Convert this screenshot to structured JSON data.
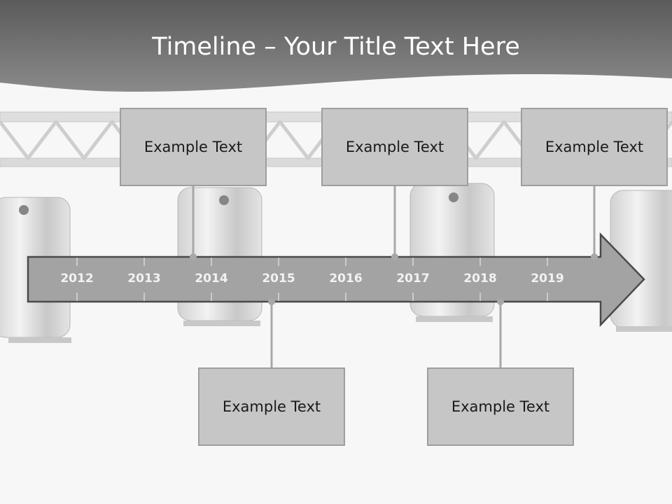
{
  "title": "Timeline – Your Title Text Here",
  "colors": {
    "header": "#6a6a6a",
    "arrow_fill": "#a3a3a3",
    "arrow_stroke": "#4a4a4a",
    "box_fill": "#c6c6c6",
    "connector": "#a8a8a8"
  },
  "timeline": {
    "years": [
      "2012",
      "2013",
      "2014",
      "2015",
      "2016",
      "2017",
      "2018",
      "2019"
    ]
  },
  "events": [
    {
      "text": "Example Text",
      "side": "above",
      "at": 1.73
    },
    {
      "text": "Example Text",
      "side": "above",
      "at": 4.73
    },
    {
      "text": "Example Text",
      "side": "above",
      "at": 7.7
    },
    {
      "text": "Example Text",
      "side": "below",
      "at": 2.9
    },
    {
      "text": "Example Text",
      "side": "below",
      "at": 6.3
    }
  ]
}
